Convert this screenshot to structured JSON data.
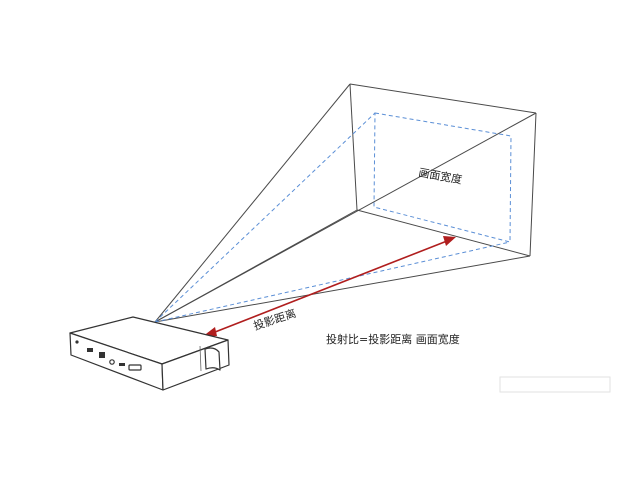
{
  "labels": {
    "screen_width": "画面宽度",
    "throw_distance": "投影距离",
    "formula": "投射比=投影距离  画面宽度"
  },
  "watermark": {
    "text": "",
    "color": "#d8d8d8"
  },
  "colors": {
    "frame_line": "#4a4a4a",
    "dashed_line": "#5b8fd6",
    "arrow": "#b01e1e",
    "projector_body": "#ffffff",
    "projector_outline": "#333333"
  }
}
